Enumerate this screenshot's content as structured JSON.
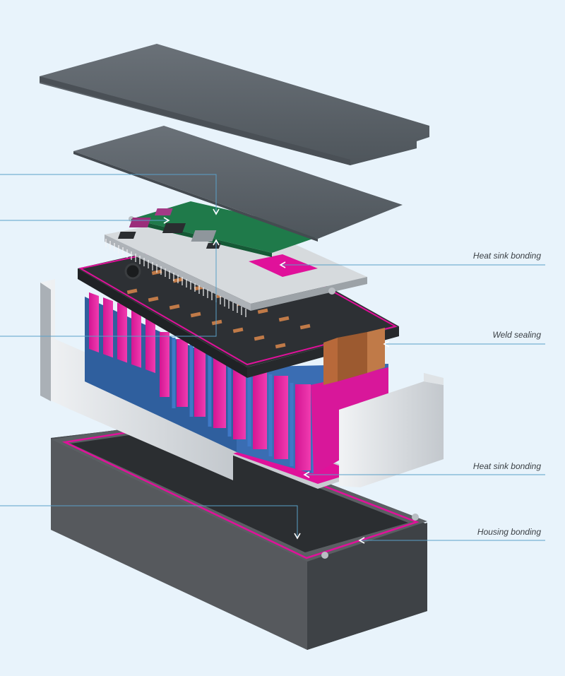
{
  "colors": {
    "background": "#e8f3fb",
    "housing": "#4b4f53",
    "lid": "#5a6066",
    "adhesive": "#e0119a",
    "cell_blue": "#3f78c8",
    "copper": "#c07a48",
    "pcb": "#1f7a4a",
    "leader_line": "#5aa0c8"
  },
  "callouts": [
    {
      "label": "Heat sink bonding"
    },
    {
      "label": "Weld sealing"
    },
    {
      "label": "Heat sink bonding"
    },
    {
      "label": "Housing bonding"
    }
  ],
  "icons": [
    "arrow-icon"
  ]
}
